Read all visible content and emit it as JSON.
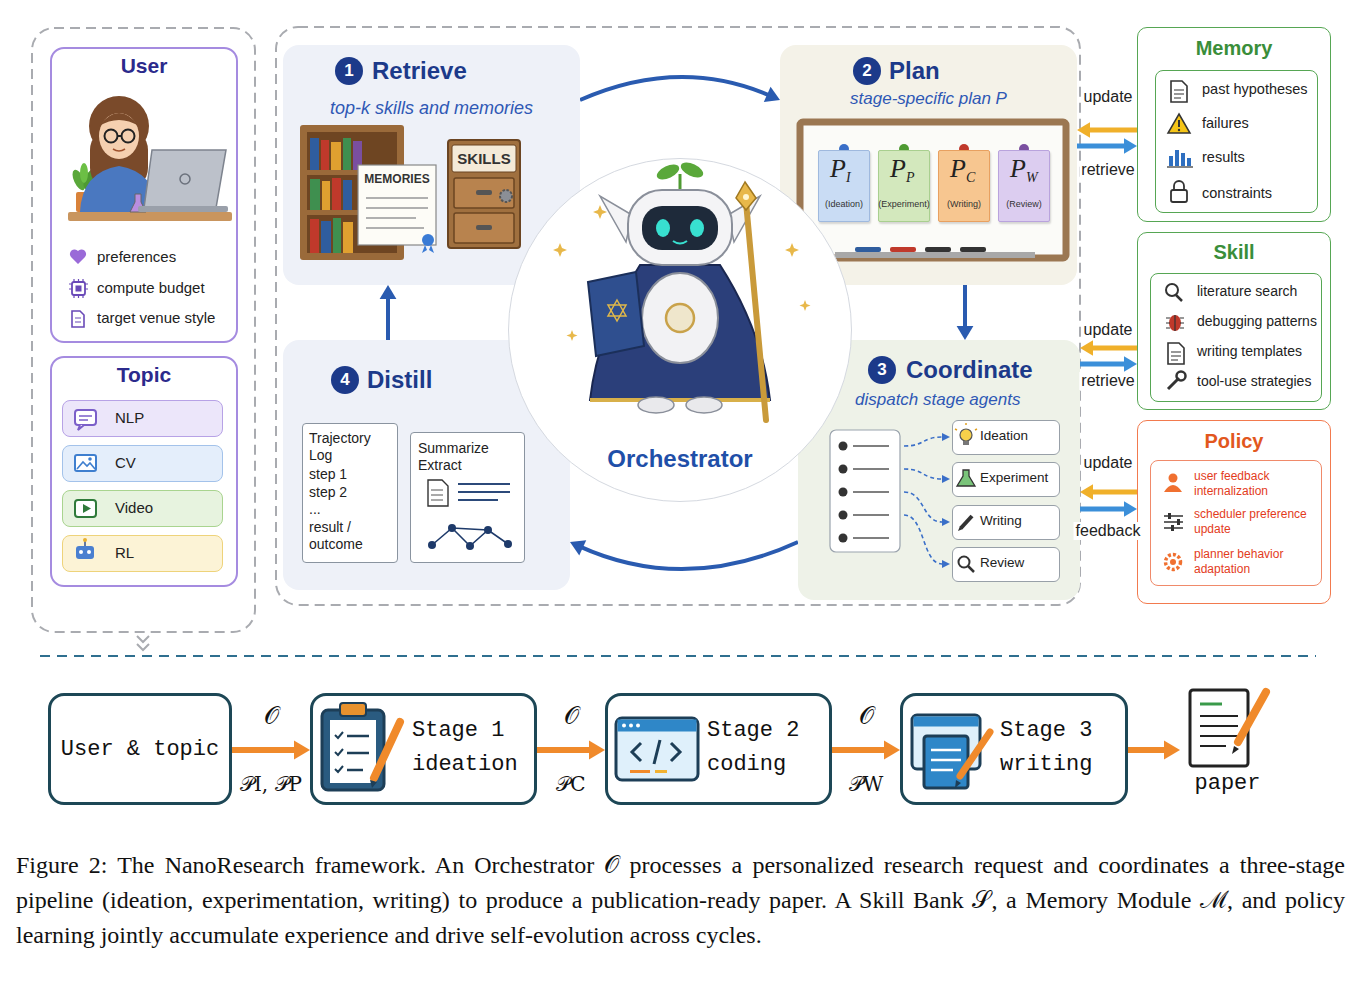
{
  "diagram": {
    "caption": "Figure 2: The NanoResearch framework. An Orchestrator 𝒪 processes a personalized research request and coordinates a three-stage pipeline (ideation, experimentation, writing) to produce a publication-ready paper. A Skill Bank 𝒮, a Memory Module ℳ, and policy learning jointly accumulate experience and drive self-evolution across cycles.",
    "nodes": [
      {
        "text": [
          "User",
          "preferences",
          "compute budget",
          "target venue style"
        ]
      },
      {
        "text": [
          "Topic"
        ]
      },
      {
        "text": [
          "NLP"
        ],
        "in": 1
      },
      {
        "text": [
          "CV"
        ],
        "in": 1
      },
      {
        "text": [
          "Video"
        ],
        "in": 1
      },
      {
        "text": [
          "RL"
        ],
        "in": 1
      },
      {
        "text": [
          "1",
          "Retrieve",
          "top-k skills and memories",
          "MEMORIES",
          "SKILLS"
        ]
      },
      {
        "text": [
          "2",
          "Plan",
          "stage-specific plan P"
        ]
      },
      {
        "text": [
          "P",
          "I",
          "(Ideation)"
        ],
        "in": 7
      },
      {
        "text": [
          "P",
          "P",
          "(Experiment)"
        ],
        "in": 7
      },
      {
        "text": [
          "P",
          "C",
          "(Writing)"
        ],
        "in": 7
      },
      {
        "text": [
          "P",
          "W",
          "(Review)"
        ],
        "in": 7
      },
      {
        "text": [
          "3",
          "Coordinate",
          "dispatch stage agents"
        ]
      },
      {
        "text": [
          "Ideation"
        ],
        "in": 12
      },
      {
        "text": [
          "Experiment"
        ],
        "in": 12
      },
      {
        "text": [
          "Writing"
        ],
        "in": 12
      },
      {
        "text": [
          "Review"
        ],
        "in": 12
      },
      {
        "text": [
          "4",
          "Distill"
        ]
      },
      {
        "text": [
          "Trajectory Log",
          "step 1",
          "step 2",
          "...",
          "result / outcome"
        ],
        "in": 17
      },
      {
        "text": [
          "Summarize",
          "Extract"
        ],
        "in": 17
      },
      {
        "text": [
          "Orchestrator"
        ]
      },
      {
        "text": [
          "Memory"
        ]
      },
      {
        "text": [
          "past hypotheses",
          "failures",
          "results",
          "constraints"
        ],
        "in": 21
      },
      {
        "text": [
          "Skill"
        ]
      },
      {
        "text": [
          "literature search",
          "debugging patterns",
          "writing templates",
          "tool-use strategies"
        ],
        "in": 23
      },
      {
        "text": [
          "Policy"
        ]
      },
      {
        "text": [
          "user feedback internalization",
          "scheduler preference update",
          "planner behavior adaptation"
        ],
        "in": 25
      },
      {
        "text": [
          "User & topic"
        ]
      },
      {
        "text": [
          "Stage 1",
          "ideation"
        ]
      },
      {
        "text": [
          "Stage 2",
          "coding"
        ]
      },
      {
        "text": [
          "Stage 3",
          "writing"
        ]
      },
      {
        "text": [
          "paper"
        ]
      }
    ],
    "edges": [
      {
        "from": 6,
        "to": 7,
        "arrow": "to"
      },
      {
        "from": 7,
        "to": 12,
        "arrow": "to"
      },
      {
        "from": 12,
        "to": 17,
        "arrow": "to"
      },
      {
        "from": 17,
        "to": 6,
        "arrow": "to"
      },
      {
        "from": 7,
        "to": 21,
        "label": "update",
        "arrow": "to"
      },
      {
        "from": 21,
        "to": 7,
        "label": "retrieve",
        "arrow": "to"
      },
      {
        "from": 12,
        "to": 23,
        "label": "update",
        "arrow": "to"
      },
      {
        "from": 23,
        "to": 12,
        "label": "retrieve",
        "arrow": "to"
      },
      {
        "from": 12,
        "to": 25,
        "label": "feedback",
        "arrow": "to"
      },
      {
        "from": 25,
        "to": 12,
        "label": "update",
        "arrow": "to"
      },
      {
        "from": 27,
        "to": 28,
        "label": "𝒪",
        "arrow": "to"
      },
      {
        "from": 28,
        "to": 29,
        "label": "𝒪",
        "arrow": "to"
      },
      {
        "from": 29,
        "to": 30,
        "label": "𝒪",
        "arrow": "to"
      },
      {
        "from": 30,
        "to": 31,
        "arrow": "to"
      }
    ],
    "labels": [
      "𝒫I, 𝒫P",
      "𝒫C",
      "𝒫W"
    ]
  }
}
